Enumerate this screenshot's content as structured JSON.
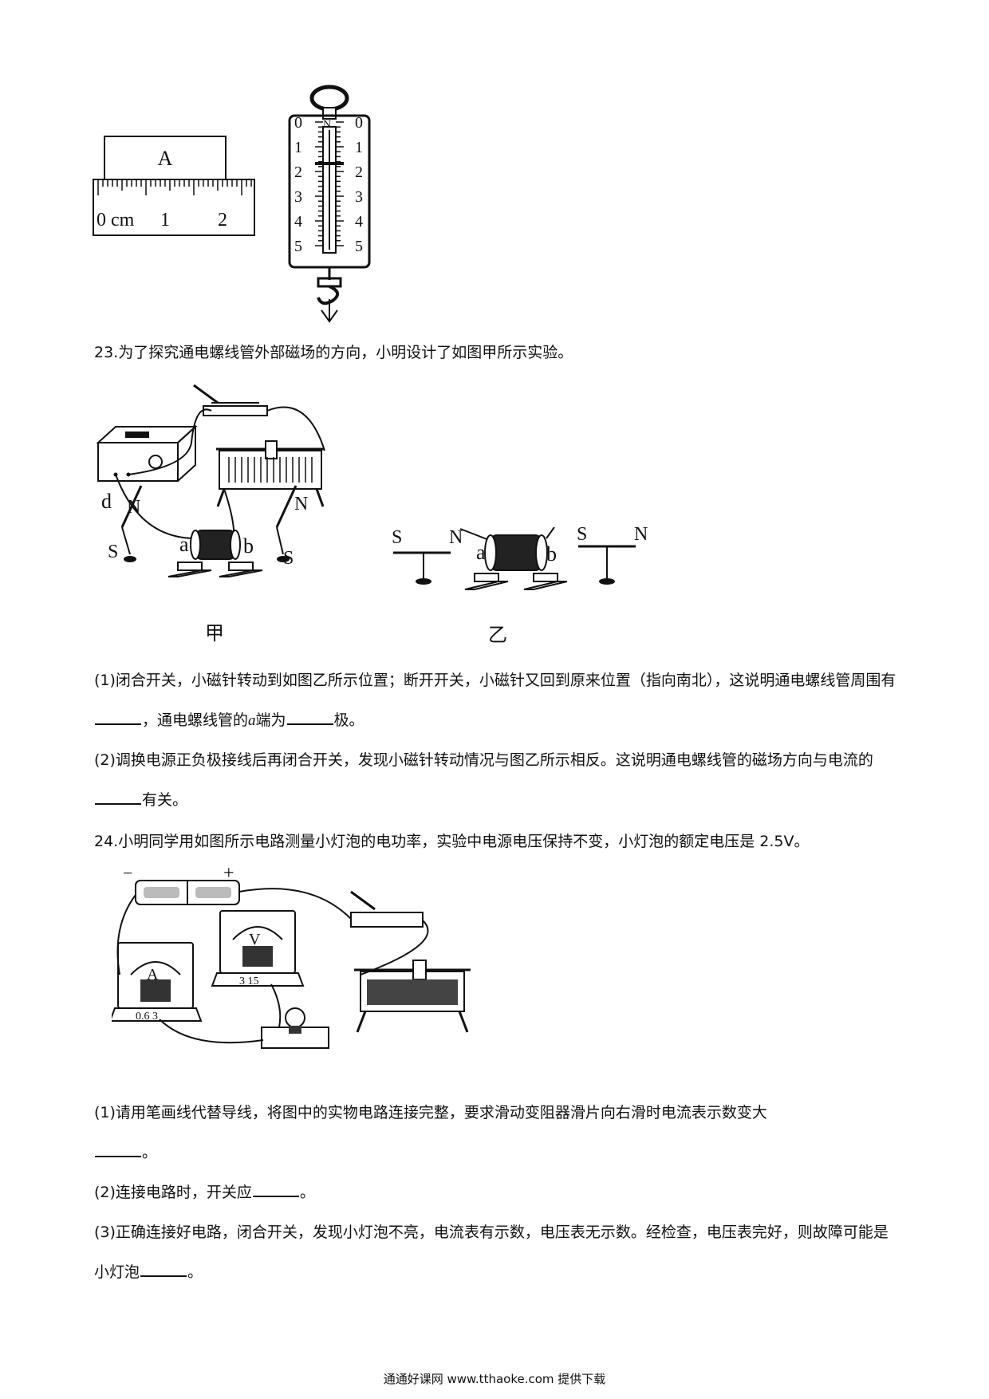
{
  "figures": {
    "ruler": {
      "block_label": "A",
      "tick_labels": [
        "0 cm",
        "1",
        "2"
      ]
    },
    "spring_scale": {
      "left_scale": [
        "0",
        "1",
        "2",
        "3",
        "4",
        "5"
      ],
      "right_scale": [
        "0",
        "1",
        "2",
        "3",
        "4",
        "5"
      ],
      "top_label": "N"
    },
    "q23_fig_a": {
      "caption": "甲",
      "labels": {
        "d": "d",
        "a": "a",
        "b": "b",
        "n1": "N",
        "s1": "S",
        "n2": "N",
        "s2": "S"
      }
    },
    "q23_fig_b": {
      "caption": "乙",
      "labels": {
        "s1": "S",
        "n1": "N",
        "a": "a",
        "b": "b",
        "s2": "S",
        "n2": "N"
      }
    },
    "q24_circuit": {
      "minus": "−",
      "plus": "+",
      "ammeter": "A",
      "ammeter_range": "0.6  3",
      "voltmeter": "V",
      "voltmeter_range": "3  15"
    }
  },
  "q23": {
    "stem": "23.为了探究通电螺线管外部磁场的方向，小明设计了如图甲所示实验。",
    "p1_a": "(1)闭合开关，小磁针转动到如图乙所示位置；断开开关，小磁针又回到原来位置（指向南北），这说明通电螺线管周围有",
    "p1_b": "，通电螺线管的",
    "p1_var": "a",
    "p1_c": "端为",
    "p1_d": "极。",
    "p2_a": "(2)调换电源正负极接线后再闭合开关，发现小磁针转动情况与图乙所示相反。这说明通电螺线管的磁场方向与电流的",
    "p2_b": "有关。"
  },
  "q24": {
    "stem": "24.小明同学用如图所示电路测量小灯泡的电功率，实验中电源电压保持不变，小灯泡的额定电压是 2.5V。",
    "p1": "(1)请用笔画线代替导线，将图中的实物电路连接完整，要求滑动变阻器滑片向右滑时电流表示数变大",
    "p1_end": "。",
    "p2_a": "(2)连接电路时，开关应",
    "p2_b": "。",
    "p3_a": "(3)正确连接好电路，闭合开关，发现小灯泡不亮，电流表有示数，电压表无示数。经检查，电压表完好，则故障可能是小灯泡",
    "p3_b": "。"
  },
  "footer": "通通好课网  www.tthaoke.com  提供下载"
}
